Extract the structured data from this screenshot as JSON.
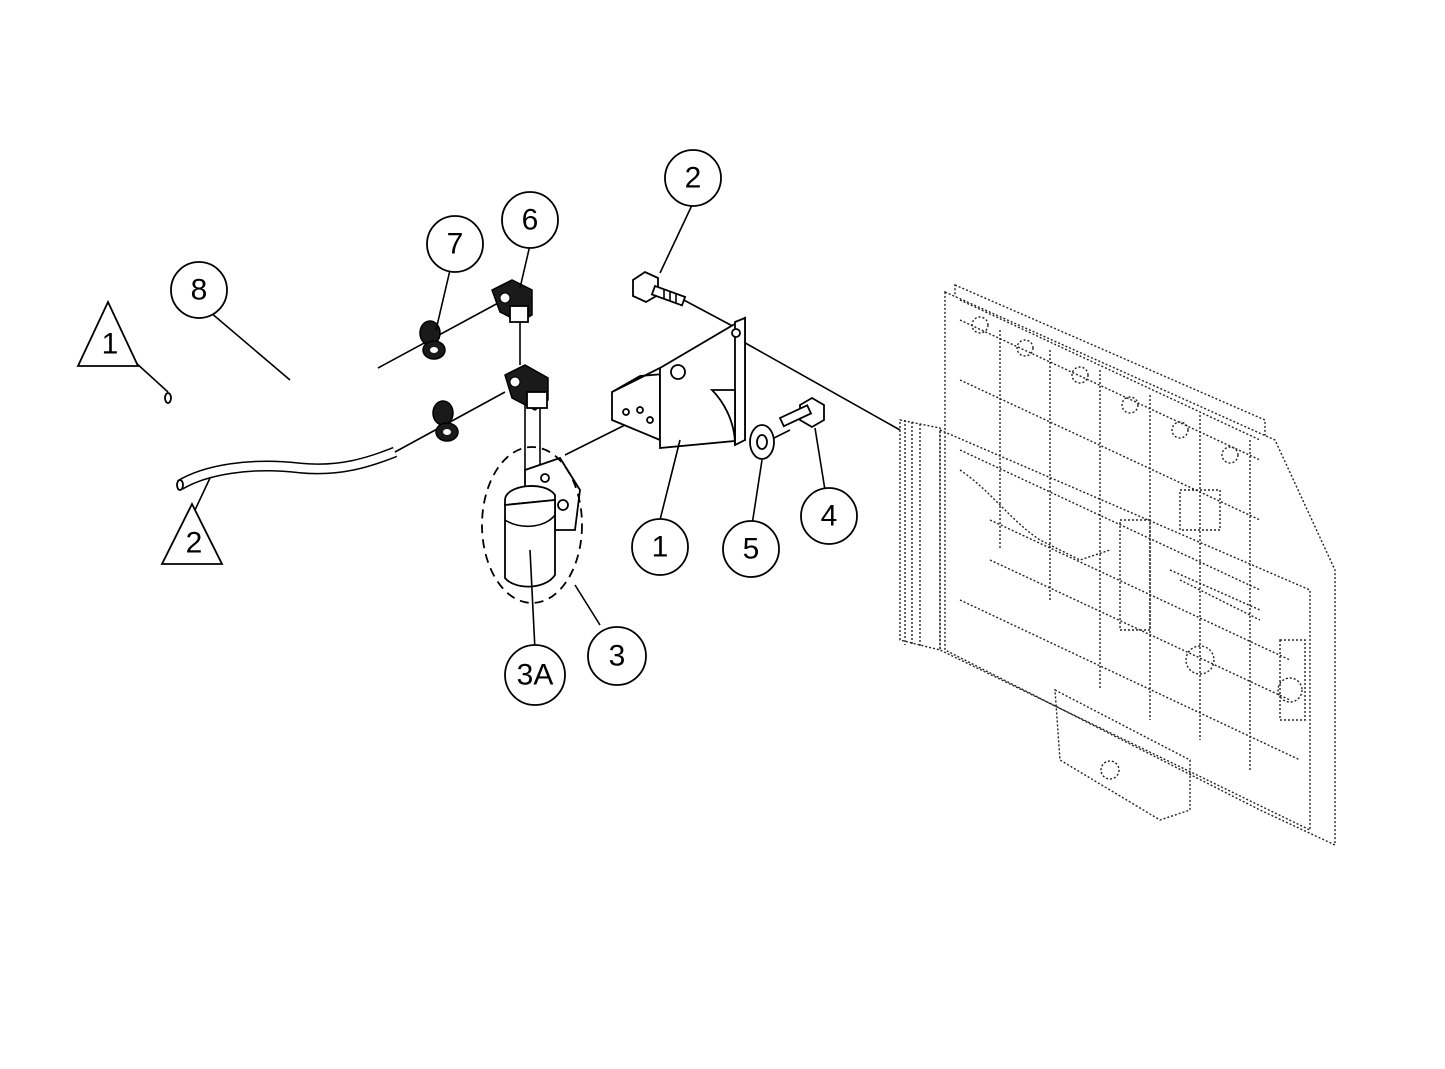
{
  "callouts": {
    "c1": "1",
    "c2": "2",
    "c3": "3",
    "c3a": "3A",
    "c4": "4",
    "c5": "5",
    "c6": "6",
    "c7": "7",
    "c8": "8"
  },
  "flags": {
    "f1": "1",
    "f2": "2"
  }
}
